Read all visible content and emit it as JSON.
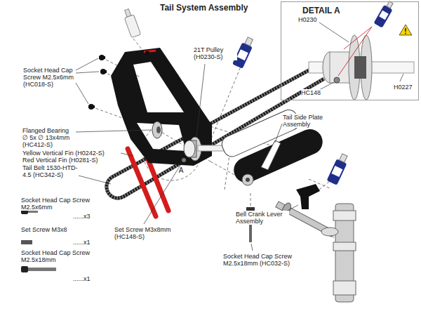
{
  "diagram": {
    "title": "Tail System Assembly",
    "nodes": [
      {
        "text": [
          "DETAIL A",
          "H0230",
          "H0227",
          "HC148"
        ]
      }
    ],
    "labels": [
      "Socket Head Cap Screw M2.5x6mm (HC018-S)",
      "21T Pulley (H0230-S)",
      "Flanged Bearing ∅ 5x ∅ 13x4mm (HC412-S)",
      "Yellow Vertical Fin (H0242-S)",
      "Red Vertical Fin (H0281-S)",
      "Tail Belt 1530-HTD-4.5 (HC342-S)",
      "A",
      "Tail Side Plate Assembly",
      "Set Screw M3x8mm (HC148-S)",
      "Bell Crank Lever Assembly",
      "Socket Head Cap Screw M2.5x18mm (HC032-S)",
      "Socket Head Cap Screw M2.5x6mm",
      "......x3",
      "Set Screw M3x8",
      "......x1",
      "Socket Head Cap Screw M2.5x18mm",
      "......x1"
    ]
  }
}
